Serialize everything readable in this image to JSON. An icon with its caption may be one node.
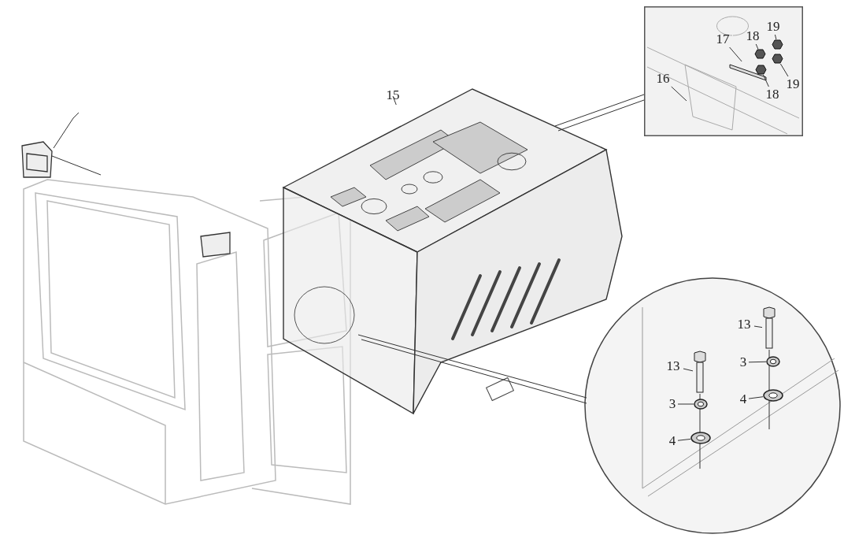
{
  "diagram": {
    "nodes": [
      {
        "text": [
          "15"
        ]
      },
      {
        "text": [],
        "shape": "box"
      },
      {
        "text": [],
        "shape": "box"
      },
      {
        "text": [
          "16"
        ],
        "in": 2
      },
      {
        "text": [
          "17"
        ],
        "in": 2
      },
      {
        "text": [],
        "shape": "plate",
        "in": 2
      },
      {
        "text": [
          "18"
        ],
        "in": 2
      },
      {
        "text": [],
        "shape": "nut",
        "in": 2
      },
      {
        "text": [
          "18"
        ],
        "in": 2
      },
      {
        "text": [],
        "shape": "nut",
        "in": 2
      },
      {
        "text": [
          "19"
        ],
        "in": 2
      },
      {
        "text": [],
        "shape": "nut",
        "in": 2
      },
      {
        "text": [
          "19"
        ],
        "in": 2
      },
      {
        "text": [],
        "shape": "nut",
        "in": 2
      },
      {
        "text": [],
        "shape": "circle"
      },
      {
        "text": [
          "13"
        ],
        "in": 14
      },
      {
        "text": [],
        "shape": "bolt",
        "in": 14
      },
      {
        "text": [
          "3"
        ],
        "in": 14
      },
      {
        "text": [],
        "shape": "washer",
        "in": 14
      },
      {
        "text": [
          "4"
        ],
        "in": 14
      },
      {
        "text": [],
        "shape": "washer",
        "in": 14
      },
      {
        "text": [
          "13"
        ],
        "in": 14
      },
      {
        "text": [],
        "shape": "bolt",
        "in": 14
      },
      {
        "text": [
          "3"
        ],
        "in": 14
      },
      {
        "text": [],
        "shape": "washer",
        "in": 14
      },
      {
        "text": [
          "4"
        ],
        "in": 14
      },
      {
        "text": [],
        "shape": "washer",
        "in": 14
      }
    ],
    "edges": [
      {
        "from": 0,
        "to": 1,
        "arrow": "none"
      },
      {
        "from": 1,
        "to": 2,
        "arrow": "none"
      },
      {
        "from": 1,
        "to": 14,
        "arrow": "none"
      },
      {
        "from": 3,
        "to": null,
        "arrow": "none"
      },
      {
        "from": 4,
        "to": 5,
        "arrow": "none"
      },
      {
        "from": 6,
        "to": 7,
        "arrow": "none"
      },
      {
        "from": 8,
        "to": 9,
        "arrow": "none"
      },
      {
        "from": 10,
        "to": 11,
        "arrow": "none"
      },
      {
        "from": 12,
        "to": 13,
        "arrow": "none"
      },
      {
        "from": 15,
        "to": 16,
        "arrow": "none"
      },
      {
        "from": 17,
        "to": 18,
        "arrow": "none"
      },
      {
        "from": 19,
        "to": 20,
        "arrow": "none"
      },
      {
        "from": 21,
        "to": 22,
        "arrow": "none"
      },
      {
        "from": 23,
        "to": 24,
        "arrow": "none"
      },
      {
        "from": 25,
        "to": 26,
        "arrow": "none"
      }
    ]
  }
}
